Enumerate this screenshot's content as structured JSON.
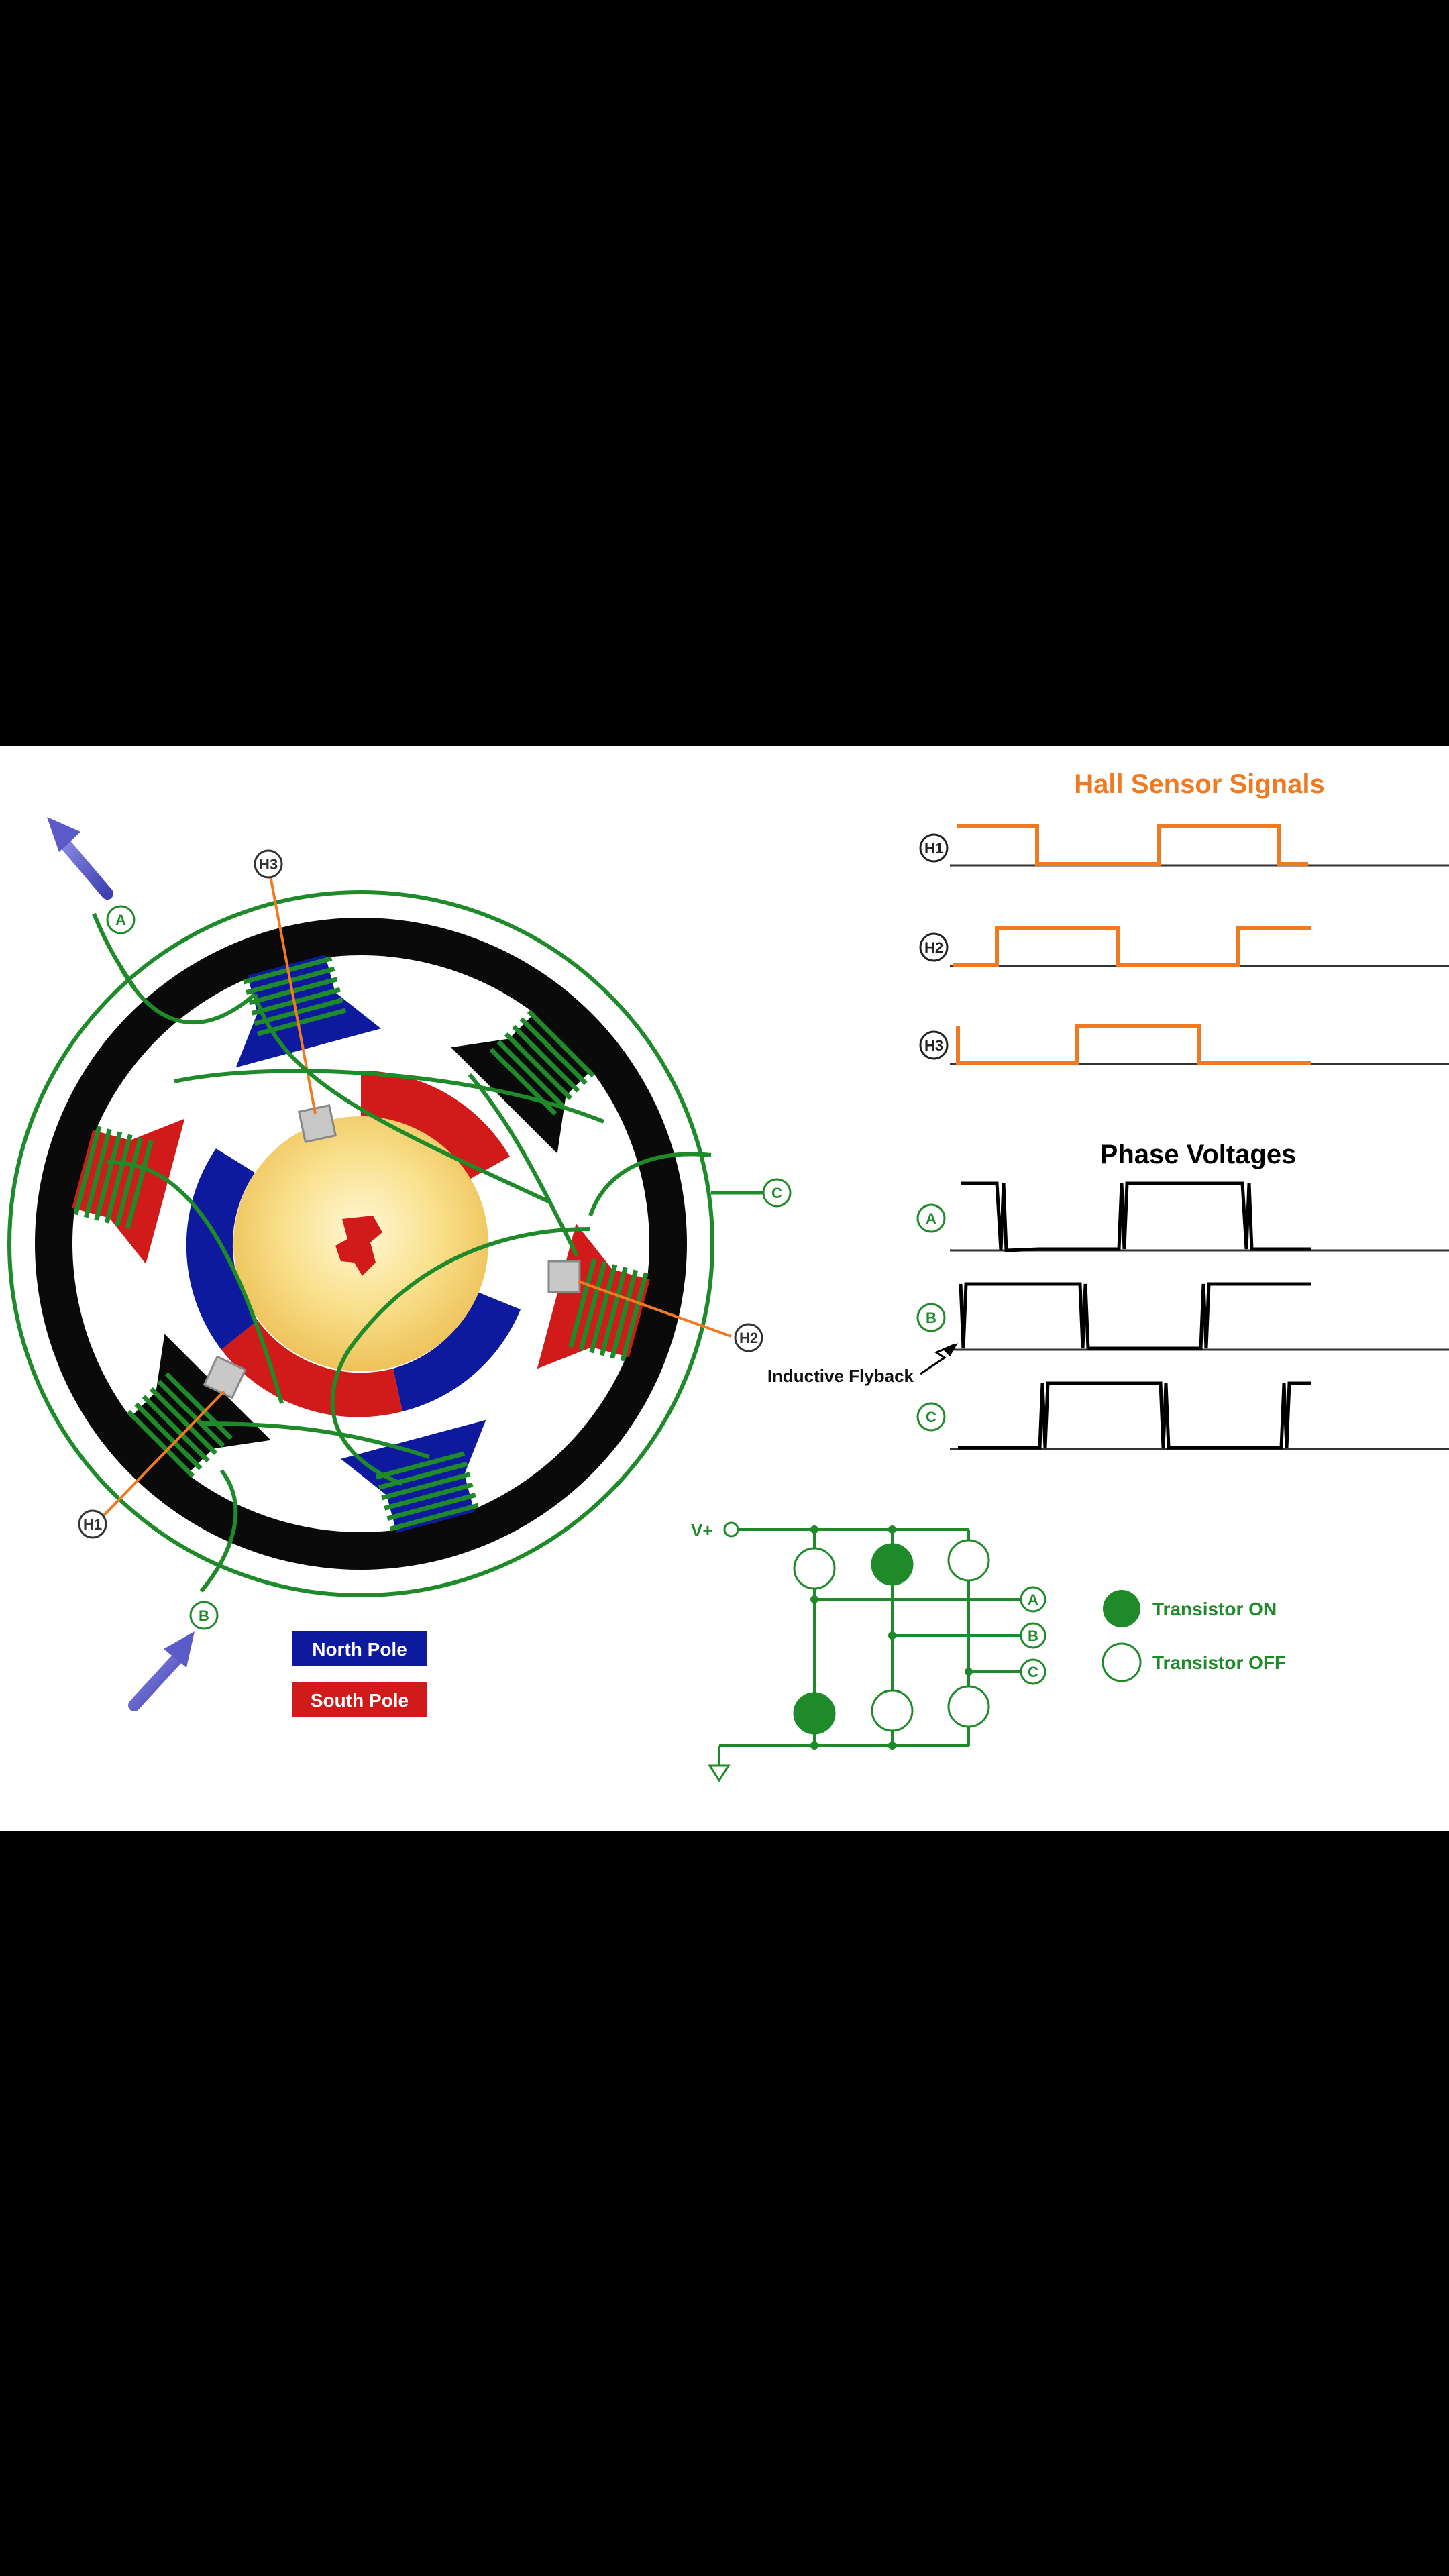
{
  "titles": {
    "hall": "Hall Sensor Signals",
    "phase": "Phase Voltages"
  },
  "hall_labels": [
    "H1",
    "H2",
    "H3"
  ],
  "phase_labels": [
    "A",
    "B",
    "C"
  ],
  "motor_labels": {
    "a": "A",
    "b": "B",
    "c": "C",
    "h1": "H1",
    "h2": "H2",
    "h3": "H3"
  },
  "annotation": "Inductive Flyback",
  "legend": {
    "north": "North Pole",
    "south": "South Pole",
    "on": "Transistor ON",
    "off": "Transistor OFF"
  },
  "circuit": {
    "vplus": "V+",
    "outputs": [
      "A",
      "B",
      "C"
    ]
  },
  "colors": {
    "hall_signal": "#f07a22",
    "phase_signal": "#000000",
    "winding": "#1f8a2a",
    "north": "#0d1a9e",
    "south": "#d11a1a",
    "stator": "#0a0a0a",
    "rotor_core": "#f7d775",
    "arrow": "#5a5ac8"
  }
}
